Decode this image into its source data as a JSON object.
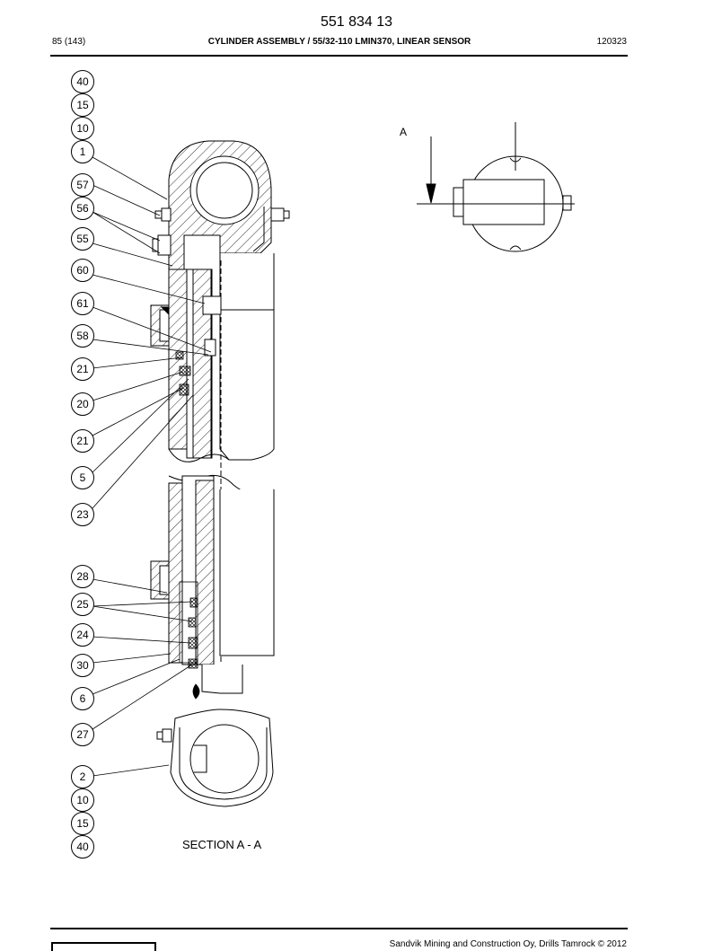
{
  "header": {
    "doc_number": "551 834 13",
    "page": "85 (143)",
    "title": "CYLINDER ASSEMBLY / 55/32-110 LMIN370, LINEAR SENSOR",
    "date_code": "120323"
  },
  "drawing": {
    "callouts": [
      "40",
      "15",
      "10",
      "1",
      "57",
      "56",
      "55",
      "60",
      "61",
      "58",
      "21",
      "20",
      "21",
      "5",
      "23",
      "28",
      "25",
      "24",
      "30",
      "6",
      "27",
      "2",
      "10",
      "15",
      "40"
    ],
    "section_label": "SECTION A - A",
    "view_label": "A"
  },
  "footer": {
    "copyright": "Sandvik Mining and Construction Oy, Drills Tamrock © 2012"
  }
}
